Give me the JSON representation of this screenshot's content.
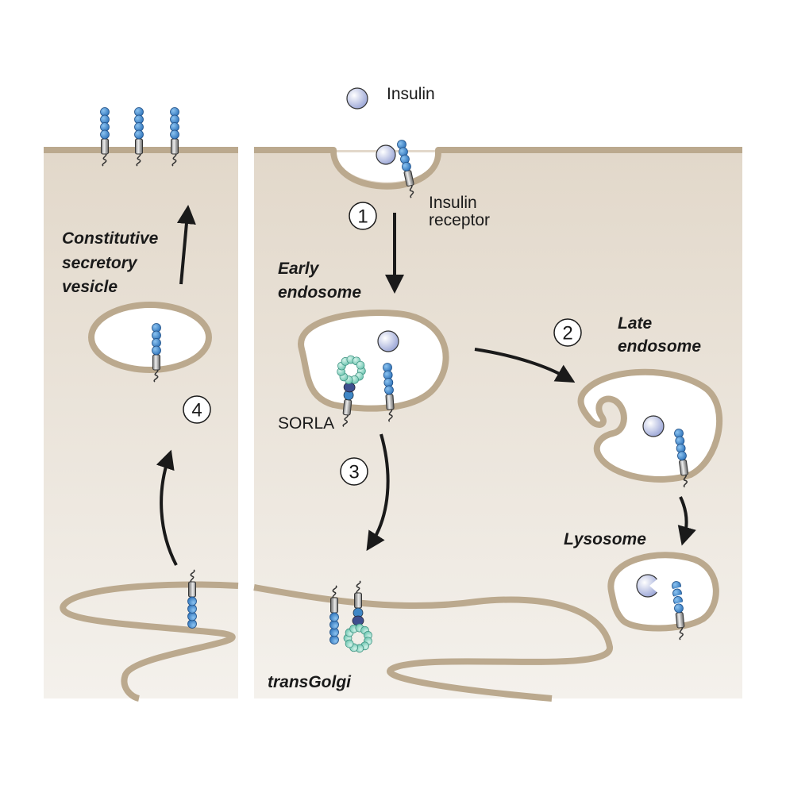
{
  "labels": {
    "insulin": "Insulin",
    "insulin_receptor": [
      "Insulin",
      "receptor"
    ],
    "secretory_vesicle": [
      "Constitutive",
      "secretory",
      "vesicle"
    ],
    "early_endosome": [
      "Early",
      "endosome"
    ],
    "late_endosome": [
      "Late",
      "endosome"
    ],
    "lysosome": "Lysosome",
    "trans_golgi": "transGolgi",
    "sorla": "SORLA"
  },
  "steps": [
    "1",
    "2",
    "3",
    "4"
  ],
  "colors": {
    "membrane": "#bba98e",
    "cytoplasm_top": "#e2d8ca",
    "cytoplasm_bottom": "#f4f1ec",
    "receptor_bead": "#3d86cc",
    "sorla_ring": "#8fd8c8",
    "sorla_dark": "#3e4f8e",
    "insulin": "#c6cde9",
    "arrow": "#1a1a1a"
  }
}
